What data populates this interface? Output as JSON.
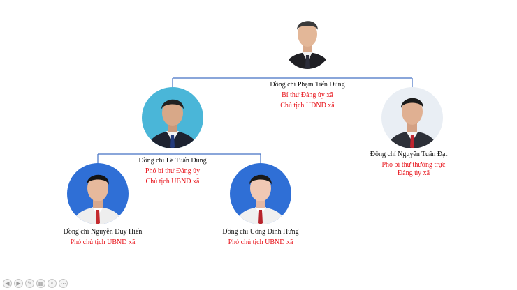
{
  "colors": {
    "connector": "#4472c4",
    "role_text": "#e8141b",
    "name_text": "#111111"
  },
  "members": {
    "chairman": {
      "name": "Đồng chí Phạm Tiến Dũng",
      "roles": [
        "Bí thư Đảng ủy xã",
        "Chủ tịch HĐND xã"
      ]
    },
    "deputy_left": {
      "name": "Đồng chí Lê Tuấn Dũng",
      "roles": [
        "Phó bí thư Đảng ủy",
        "Chủ tịch UBND xã"
      ]
    },
    "deputy_right": {
      "name": "Đồng chí Nguyễn Tuấn Đạt",
      "roles": [
        "Phó bí thư thường trực",
        "Đảng ủy xã"
      ]
    },
    "vice_1": {
      "name": "Đồng chí Nguyễn Duy Hiển",
      "roles": [
        "Phó chủ tịch UBND xã"
      ]
    },
    "vice_2": {
      "name": "Đồng chí Uông Đình Hưng",
      "roles": [
        "Phó chủ tịch UBND xã"
      ]
    }
  },
  "toolbar": {
    "buttons": [
      {
        "icon": "play-icon",
        "glyph": "◀"
      },
      {
        "icon": "next-icon",
        "glyph": "▶"
      },
      {
        "icon": "pen-icon",
        "glyph": "✎"
      },
      {
        "icon": "slides-icon",
        "glyph": "▦"
      },
      {
        "icon": "zoom-icon",
        "glyph": "⌕"
      },
      {
        "icon": "more-icon",
        "glyph": "⋯"
      }
    ]
  }
}
